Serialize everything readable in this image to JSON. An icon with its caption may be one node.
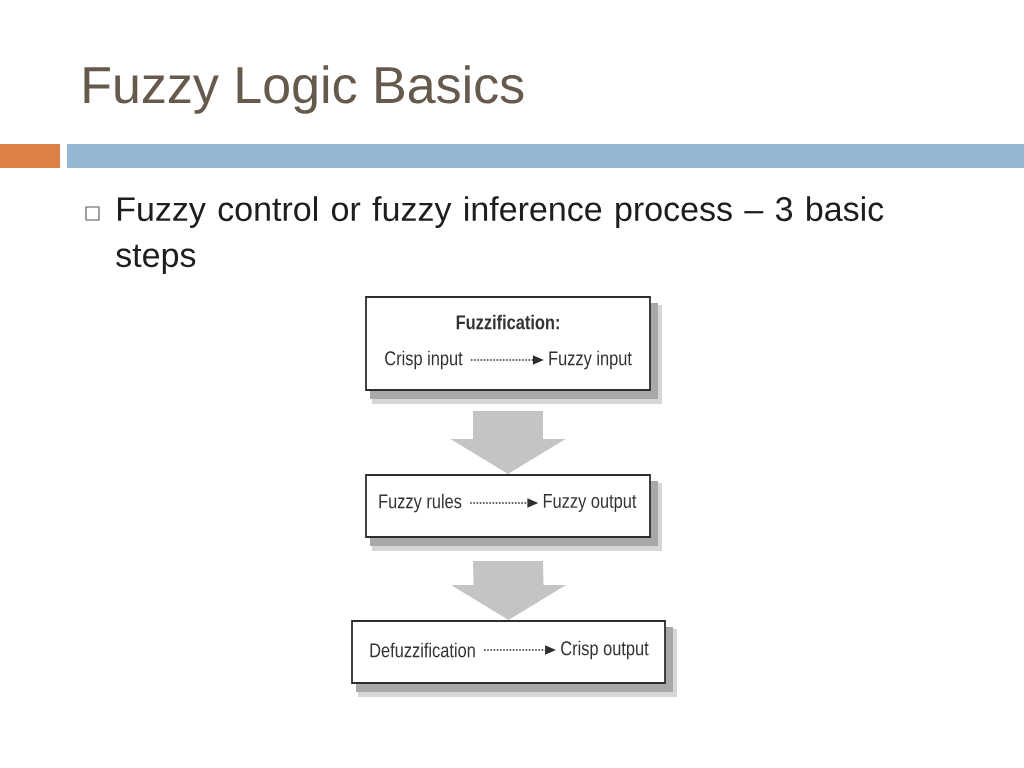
{
  "diagram": {
    "title": "Fuzzy Logic Basics",
    "nodes": [
      {
        "text": [
          "Fuzzification:"
        ]
      },
      {
        "text": [
          "Crisp input"
        ],
        "in": 0
      },
      {
        "text": [
          "Fuzzy input"
        ],
        "in": 0
      },
      {
        "text": [],
        "shape": "box"
      },
      {
        "text": [
          "Fuzzy rules"
        ],
        "in": 3
      },
      {
        "text": [
          "Fuzzy output"
        ],
        "in": 3
      },
      {
        "text": [],
        "shape": "box"
      },
      {
        "text": [
          "Defuzzification"
        ],
        "in": 6
      },
      {
        "text": [
          "Crisp output"
        ],
        "in": 6
      }
    ],
    "edges": [
      {
        "from": 1,
        "to": 2,
        "arrow": "to",
        "style": "dashed"
      },
      {
        "from": 0,
        "to": 3,
        "arrow": "to",
        "style": "thick",
        "color": "#c4c4c4"
      },
      {
        "from": 4,
        "to": 5,
        "arrow": "to",
        "style": "dashed"
      },
      {
        "from": 3,
        "to": 6,
        "arrow": "to",
        "style": "thick",
        "color": "#c4c4c4"
      },
      {
        "from": 7,
        "to": 8,
        "arrow": "to",
        "style": "dashed"
      }
    ],
    "labels": [
      "Fuzzy control or fuzzy inference process – 3 basic steps"
    ]
  }
}
